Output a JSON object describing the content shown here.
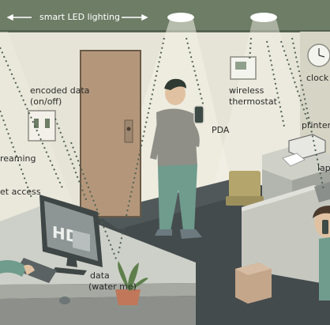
{
  "title": "smart LED lighting",
  "labels": {
    "encoded_data_l1": "encoded data",
    "encoded_data_l2": "(on/off)",
    "streaming": "reaming",
    "internet_access": "et access",
    "pda": "PDA",
    "thermostat_l1": "wireless",
    "thermostat_l2": "thermostat",
    "clock": "clock",
    "printer": "printer",
    "laptop": "lap",
    "data_l1": "data",
    "data_l2": "(water me)"
  },
  "monitor_text": "HD",
  "colors": {
    "wall": "#e4e2d2",
    "ceiling_band": "#6f7f68",
    "floor": "#434a4c",
    "desk": "#c9ccc4",
    "door": "#b5987d",
    "person_shirt": "#8d8d85",
    "person_pants": "#6f9a8a",
    "dots": "#556b5a"
  }
}
